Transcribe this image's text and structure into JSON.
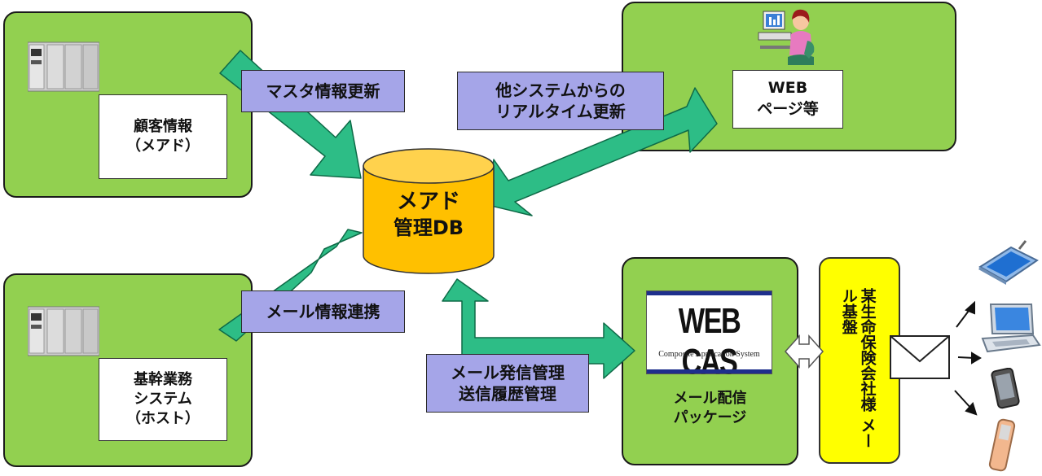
{
  "panels": {
    "customer": {
      "box_lines": [
        "顧客情報",
        "（メアド）"
      ]
    },
    "core": {
      "box_lines": [
        "基幹業務",
        "システム",
        "（ホスト）"
      ]
    },
    "web": {
      "box_lines": [
        "WEB",
        "ページ等"
      ]
    },
    "mail": {
      "logo": "WEB CAS",
      "logo_sub": "Composite Application System",
      "caption_lines": [
        "メール配信",
        "パッケージ"
      ]
    }
  },
  "database": {
    "lines": [
      "メアド",
      "管理DB"
    ]
  },
  "labels": {
    "master_update": "マスタ情報更新",
    "mail_link": "メール情報連携",
    "realtime_lines": [
      "他システムからの",
      "リアルタイム更新"
    ],
    "send_lines": [
      "メール発信管理",
      "送信履歴管理"
    ]
  },
  "infra": {
    "text": "某生命保険会社様 メール基盤"
  },
  "colors": {
    "panel_green": "#92d050",
    "label_purple": "#a5a5e8",
    "db_orange": "#ffc000",
    "infra_yellow": "#ffff00",
    "arrow_teal": "#2dbd86"
  },
  "icons": [
    "server-icon",
    "server-icon",
    "user-at-computer-icon",
    "envelope-icon",
    "tablet-icon",
    "laptop-icon",
    "smartphone-icon",
    "flip-phone-icon"
  ]
}
